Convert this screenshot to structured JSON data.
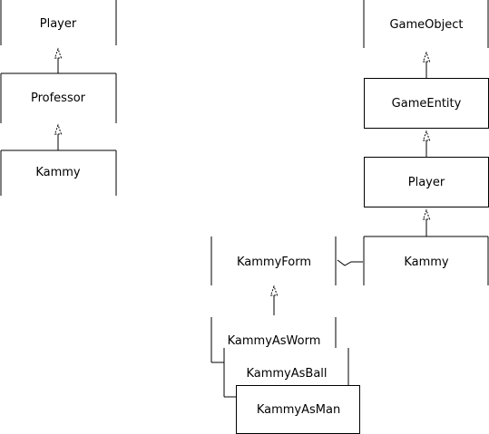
{
  "diagram": {
    "left_hierarchy": {
      "player": "Player",
      "professor": "Professor",
      "kammy": "Kammy"
    },
    "right_hierarchy": {
      "game_object": "GameObject",
      "game_entity": "GameEntity",
      "player": "Player",
      "kammy": "Kammy"
    },
    "forms": {
      "kammy_form": "KammyForm",
      "kammy_as_worm": "KammyAsWorm",
      "kammy_as_ball": "KammyAsBall",
      "kammy_as_man": "KammyAsMan"
    }
  }
}
